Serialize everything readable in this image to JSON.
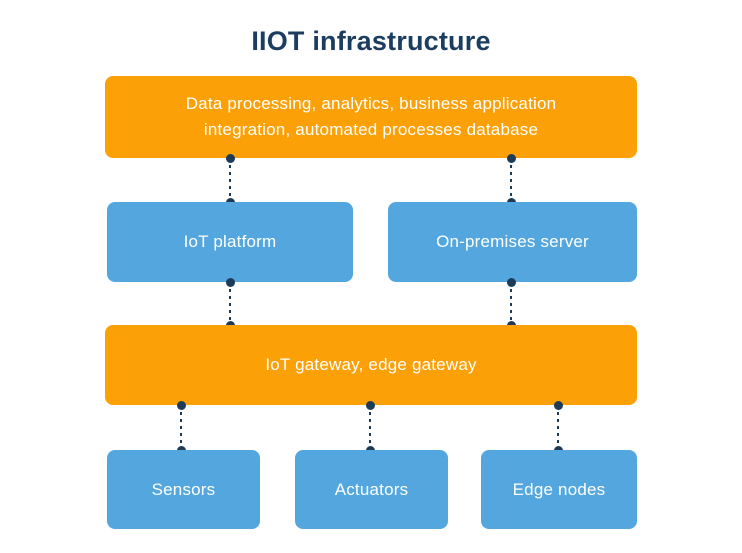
{
  "title": "IIOT infrastructure",
  "colors": {
    "box_orange": "#FBA007",
    "box_blue": "#53A7DE",
    "title_navy": "#1B3D60",
    "connector_navy": "#1C3B58",
    "background": "#FFFFFF",
    "box_text": "#FFFFFF"
  },
  "nodes": {
    "applications": {
      "label": "Data processing, analytics, business application integration, automated processes database",
      "color": "orange"
    },
    "iot_platform": {
      "label": "IoT platform",
      "color": "blue"
    },
    "on_premises_server": {
      "label": "On-premises server",
      "color": "blue"
    },
    "gateway": {
      "label": "IoT gateway, edge gateway",
      "color": "orange"
    },
    "sensors": {
      "label": "Sensors",
      "color": "blue"
    },
    "actuators": {
      "label": "Actuators",
      "color": "blue"
    },
    "edge_nodes": {
      "label": "Edge nodes",
      "color": "blue"
    }
  },
  "edges": [
    {
      "from": "applications",
      "to": "iot_platform"
    },
    {
      "from": "applications",
      "to": "on_premises_server"
    },
    {
      "from": "iot_platform",
      "to": "gateway"
    },
    {
      "from": "on_premises_server",
      "to": "gateway"
    },
    {
      "from": "gateway",
      "to": "sensors"
    },
    {
      "from": "gateway",
      "to": "actuators"
    },
    {
      "from": "gateway",
      "to": "edge_nodes"
    }
  ],
  "edge_style": "vertical dashed line with filled dots at both endpoints"
}
